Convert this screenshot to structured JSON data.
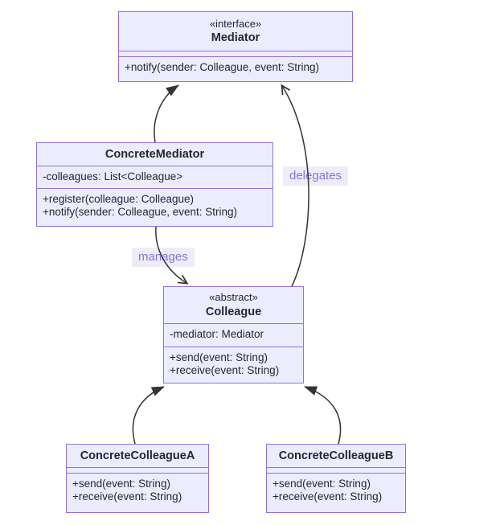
{
  "diagram": {
    "kind": "uml-class-diagram",
    "pattern": "Mediator",
    "colors": {
      "node_fill": "#ECECFF",
      "node_border": "#9370DB",
      "edge_line": "#333333",
      "edge_label_text": "#8c72d8",
      "edge_label_bg": "#efecfa",
      "text": "#27272e",
      "page_bg": "#ffffff"
    },
    "classes": [
      {
        "id": "mediator",
        "stereotype": "«interface»",
        "name": "Mediator",
        "attributes": [],
        "methods": [
          "+notify(sender: Colleague, event: String)"
        ]
      },
      {
        "id": "concrete-mediator",
        "stereotype": "",
        "name": "ConcreteMediator",
        "attributes": [
          "-colleagues: List<Colleague>"
        ],
        "methods": [
          "+register(colleague: Colleague)",
          "+notify(sender: Colleague, event: String)"
        ]
      },
      {
        "id": "colleague",
        "stereotype": "«abstract»",
        "name": "Colleague",
        "attributes": [
          "-mediator: Mediator"
        ],
        "methods": [
          "+send(event: String)",
          "+receive(event: String)"
        ]
      },
      {
        "id": "concrete-colleague-a",
        "stereotype": "",
        "name": "ConcreteColleagueA",
        "attributes": [],
        "methods": [
          "+send(event: String)",
          "+receive(event: String)"
        ]
      },
      {
        "id": "concrete-colleague-b",
        "stereotype": "",
        "name": "ConcreteColleagueB",
        "attributes": [],
        "methods": [
          "+send(event: String)",
          "+receive(event: String)"
        ]
      }
    ],
    "relationships": [
      {
        "from": "ConcreteMediator",
        "to": "Mediator",
        "type": "realization",
        "arrowhead": "filled-triangle",
        "label": ""
      },
      {
        "from": "Colleague",
        "to": "Mediator",
        "type": "association",
        "arrowhead": "open-arrow",
        "label": "delegates"
      },
      {
        "from": "ConcreteMediator",
        "to": "Colleague",
        "type": "association",
        "arrowhead": "open-arrow",
        "label": "manages"
      },
      {
        "from": "ConcreteColleagueA",
        "to": "Colleague",
        "type": "inheritance",
        "arrowhead": "filled-triangle",
        "label": ""
      },
      {
        "from": "ConcreteColleagueB",
        "to": "Colleague",
        "type": "inheritance",
        "arrowhead": "filled-triangle",
        "label": ""
      }
    ]
  }
}
